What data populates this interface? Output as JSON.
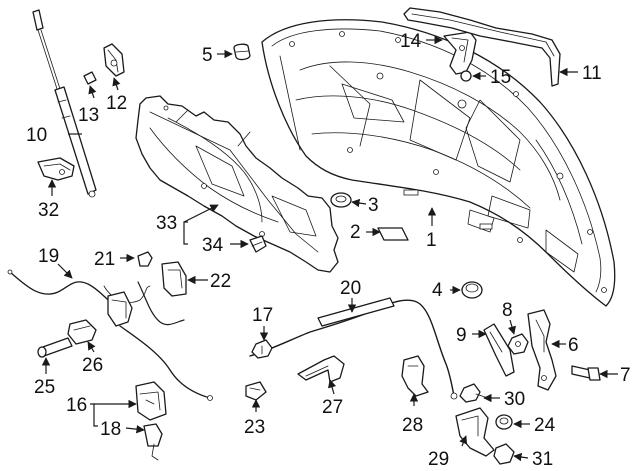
{
  "callouts": {
    "c1": "1",
    "c2": "2",
    "c3": "3",
    "c4": "4",
    "c5": "5",
    "c6": "6",
    "c7": "7",
    "c8": "8",
    "c9": "9",
    "c10": "10",
    "c11": "11",
    "c12": "12",
    "c13": "13",
    "c14": "14",
    "c15": "15",
    "c16": "16",
    "c17": "17",
    "c18": "18",
    "c19": "19",
    "c20": "20",
    "c21": "21",
    "c22": "22",
    "c23": "23",
    "c24": "24",
    "c25": "25",
    "c26": "26",
    "c27": "27",
    "c28": "28",
    "c29": "29",
    "c30": "30",
    "c31": "31",
    "c32": "32",
    "c33": "33",
    "c34": "34"
  }
}
